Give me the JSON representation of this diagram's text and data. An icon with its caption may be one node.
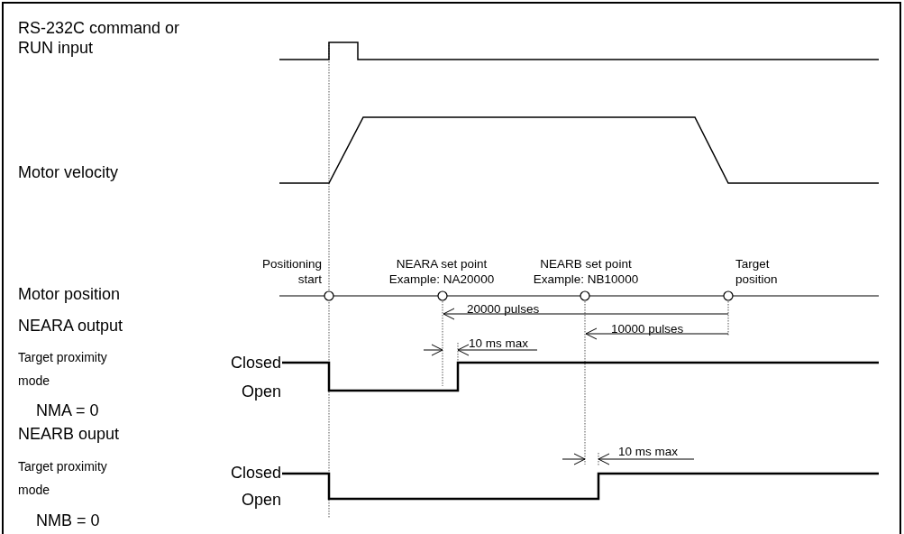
{
  "diagram": {
    "labels": [
      "RS-232C command or RUN input",
      "Motor velocity",
      "Positioning start",
      "NEARA set point Example: NA20000",
      "NEARB set point Example: NB10000",
      "Target position",
      "Motor position",
      "20000 pulses",
      "NEARA output",
      "10000 pulses",
      "10 ms max",
      "Target proximity mode",
      "Closed",
      "Open",
      "NMA = 0",
      "NEARB ouput",
      "10 ms max",
      "Target proximity mode",
      "Closed",
      "Open",
      "NMB = 0"
    ]
  }
}
